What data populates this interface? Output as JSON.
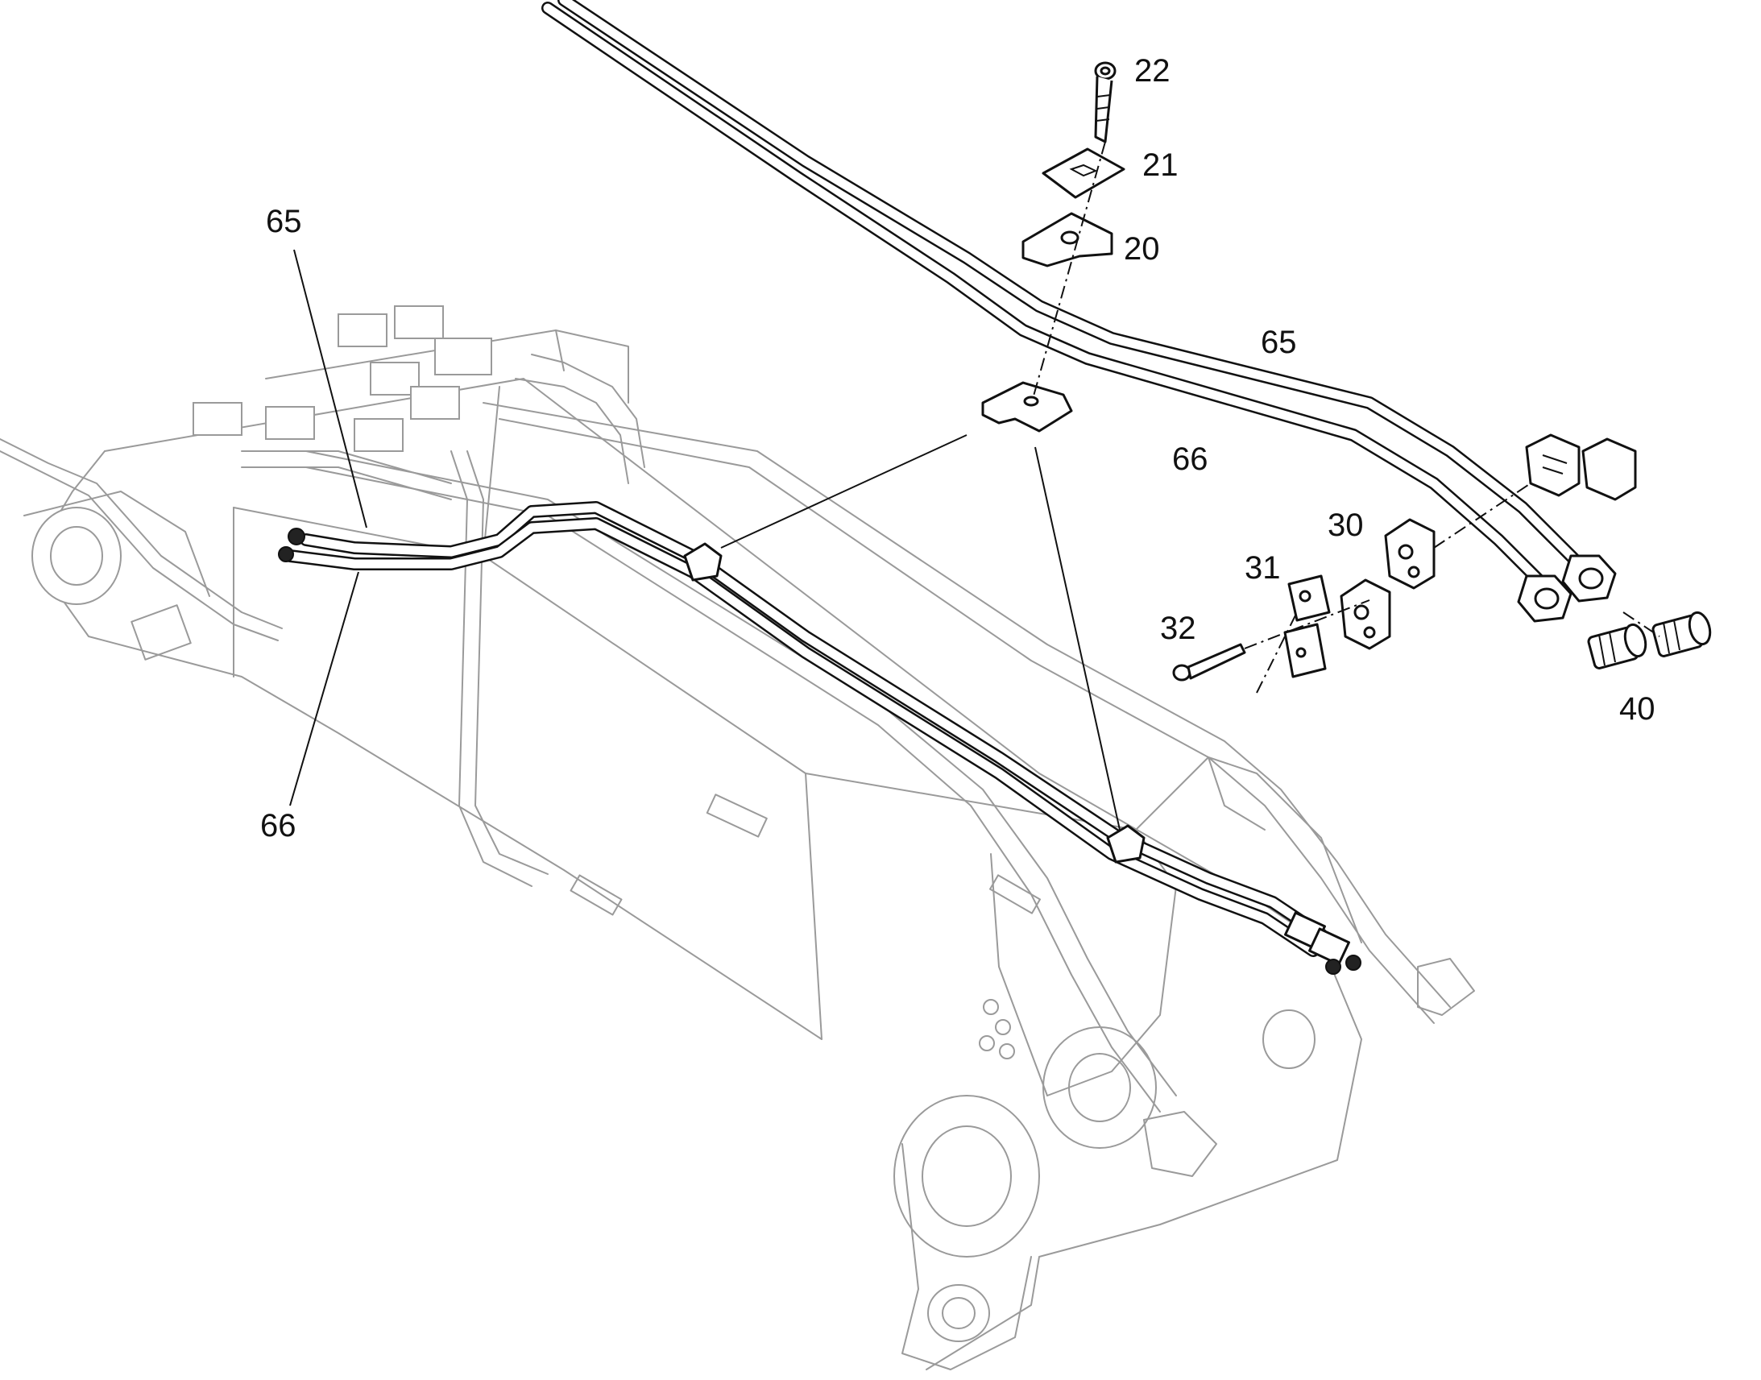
{
  "diagram": {
    "callouts": [
      {
        "id": "c22",
        "label": "22"
      },
      {
        "id": "c21",
        "label": "21"
      },
      {
        "id": "c20",
        "label": "20"
      },
      {
        "id": "c65a",
        "label": "65"
      },
      {
        "id": "c65b",
        "label": "65"
      },
      {
        "id": "c66a",
        "label": "66"
      },
      {
        "id": "c66b",
        "label": "66"
      },
      {
        "id": "c30",
        "label": "30"
      },
      {
        "id": "c31",
        "label": "31"
      },
      {
        "id": "c32",
        "label": "32"
      },
      {
        "id": "c40",
        "label": "40"
      }
    ],
    "colors": {
      "line": "#111111",
      "ghost": "#9a9a9a",
      "background": "#ffffff"
    }
  }
}
